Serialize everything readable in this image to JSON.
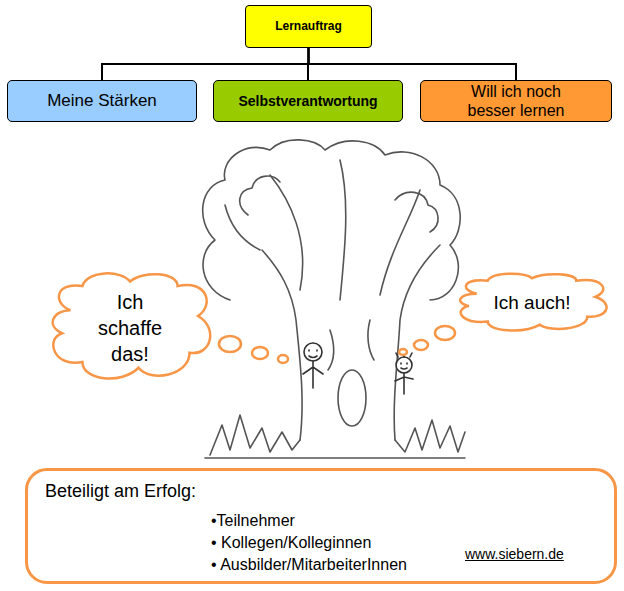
{
  "diagram": {
    "nodes": [
      {
        "text": [
          "Lernauftrag"
        ]
      },
      {
        "text": [
          "Meine Stärken"
        ]
      },
      {
        "text": [
          "Selbstverantwortung"
        ]
      },
      {
        "text": [
          "Will ich noch besser lernen"
        ]
      },
      {
        "text": [
          "Ich schaffe das!"
        ]
      },
      {
        "text": [
          "Ich auch!"
        ]
      },
      {
        "text": [
          "Beteiligt am Erfolg:",
          "•Teilnehmer",
          "• Kollegen/Kolleginnen",
          "• Ausbilder/MitarbeiterInnen"
        ]
      }
    ],
    "edges": [
      {
        "from": 0,
        "to": 1,
        "arrow": "none"
      },
      {
        "from": 0,
        "to": 2,
        "arrow": "none"
      },
      {
        "from": 0,
        "to": 3,
        "arrow": "none"
      }
    ],
    "labels": [
      "www.siebern.de"
    ]
  }
}
